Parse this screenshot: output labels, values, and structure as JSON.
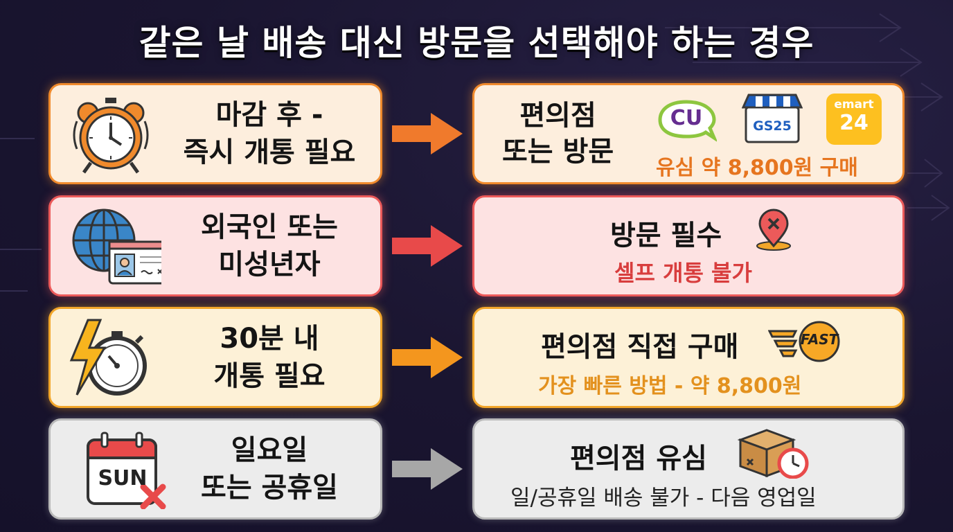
{
  "title": "같은 날 배송 대신 방문을 선택해야 하는 경우",
  "rows": [
    {
      "left": {
        "line1": "마감 후 -",
        "line2": "즉시 개통 필요",
        "icon": "alarm-clock-icon"
      },
      "right": {
        "main1": "편의점",
        "main2": "또는 방문",
        "sub": "유심 약 8,800원 구매",
        "logos": {
          "cu": "CU",
          "gs": "GS25",
          "emart_top": "emart",
          "emart_num": "24"
        }
      },
      "color": "#f08a2c"
    },
    {
      "left": {
        "line1": "외국인 또는",
        "line2": "미성년자",
        "icon": "globe-id-card-icon"
      },
      "right": {
        "main": "방문 필수",
        "sub": "셀프 개통 불가",
        "icon": "location-pin-x-icon"
      },
      "color": "#ec5a5a"
    },
    {
      "left": {
        "line1": "30분 내",
        "line2": "개통 필요",
        "icon": "lightning-stopwatch-icon"
      },
      "right": {
        "main": "편의점 직접 구매",
        "sub": "가장 빠른 방법 - 약 8,800원",
        "badge": "FAST"
      },
      "color": "#f2a62a"
    },
    {
      "left": {
        "line1": "일요일",
        "line2": "또는 공휴일",
        "icon": "calendar-sun-x-icon",
        "calendar_text": "SUN"
      },
      "right": {
        "main": "편의점 유심",
        "sub": "일/공휴일 배송 불가 - 다음 영업일",
        "icon": "package-clock-icon"
      },
      "color": "#b9b9b9"
    }
  ]
}
